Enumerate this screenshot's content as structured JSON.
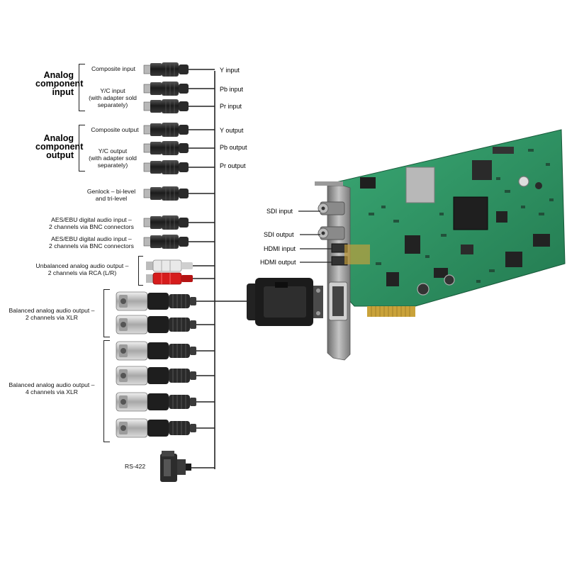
{
  "groups": {
    "analog_in": [
      "Analog",
      "component",
      "input"
    ],
    "analog_out": [
      "Analog",
      "component",
      "output"
    ]
  },
  "left_labels": {
    "composite_input": [
      "Composite input"
    ],
    "yc_input": [
      "Y/C input",
      "(with adapter sold",
      "separately)"
    ],
    "composite_output": [
      "Composite output"
    ],
    "yc_output": [
      "Y/C output",
      "(with adapter sold",
      "separately)"
    ],
    "genlock": [
      "Genlock – bi-level",
      "and tri-level"
    ],
    "aes1": [
      "AES/EBU digital audio input –",
      "2 channels via BNC connectors"
    ],
    "aes2": [
      "AES/EBU digital audio input –",
      "2 channels via BNC connectors"
    ],
    "rca": [
      "Unbalanced analog audio output –",
      "2 channels via RCA (L/R)"
    ],
    "xlr2": [
      "Balanced analog audio output –",
      "2 channels via XLR"
    ],
    "xlr4": [
      "Balanced analog audio output –",
      "4 channels via XLR"
    ],
    "rs422": [
      "RS-422"
    ]
  },
  "right_labels": {
    "y_input": "Y input",
    "pb_input": "Pb input",
    "pr_input": "Pr input",
    "y_output": "Y output",
    "pb_output": "Pb output",
    "pr_output": "Pr output"
  },
  "card_labels": {
    "sdi_input": "SDI input",
    "sdi_output": "SDI output",
    "hdmi_input": "HDMI input",
    "hdmi_output": "HDMI output"
  },
  "colors": {
    "pcb": "#2f9a66",
    "bracket": "#9a9a9a",
    "bnc_body": "#2a2a2a",
    "rca_white": "#e8e8e8",
    "rca_red": "#d61c1c",
    "xlr_metal": "#c8c8c8",
    "line": "#222222"
  }
}
